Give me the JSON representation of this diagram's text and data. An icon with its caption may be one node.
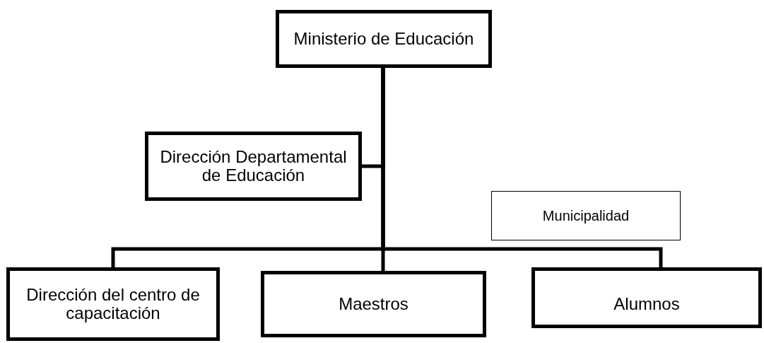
{
  "diagram": {
    "nodes": [
      {
        "text": [
          "Ministerio de Educación"
        ]
      },
      {
        "text": [
          "Dirección Departamental de Educación"
        ]
      },
      {
        "text": [
          "Municipalidad"
        ]
      },
      {
        "text": [
          "Dirección del centro de capacitación"
        ]
      },
      {
        "text": [
          "Maestros"
        ]
      },
      {
        "text": [
          "Alumnos"
        ]
      }
    ],
    "edges": [
      {
        "from": 0,
        "to": 1,
        "arrow": "none"
      },
      {
        "from": 0,
        "to": 3,
        "arrow": "none"
      },
      {
        "from": 0,
        "to": 4,
        "arrow": "none"
      },
      {
        "from": 0,
        "to": 5,
        "arrow": "none"
      }
    ]
  }
}
